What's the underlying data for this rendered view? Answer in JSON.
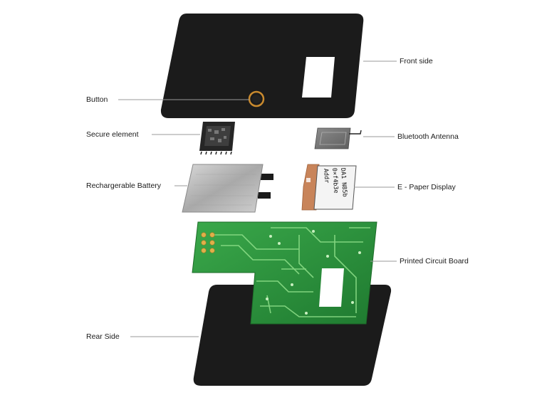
{
  "labels": {
    "front_side": "Front side",
    "button": "Button",
    "secure_element": "Secure element",
    "bluetooth_antenna": "Bluetooth Antenna",
    "rechargeable_battery": "Rechargerable Battery",
    "e_paper_display": "E - Paper Display",
    "printed_circuit_board": "Printed Circuit Board",
    "rear_side": "Rear Side"
  },
  "display_text": [
    "Addr",
    "0×f4b3e",
    "DA1 N85b"
  ],
  "colors": {
    "card": "#1b1b1b",
    "pcb": "#2f9a3e",
    "trace": "#7ed47a",
    "battery": "#bdbdbd",
    "display_flex": "#c8845a",
    "leader": "#9a9a9a",
    "button_ring": "#c98a2e"
  }
}
